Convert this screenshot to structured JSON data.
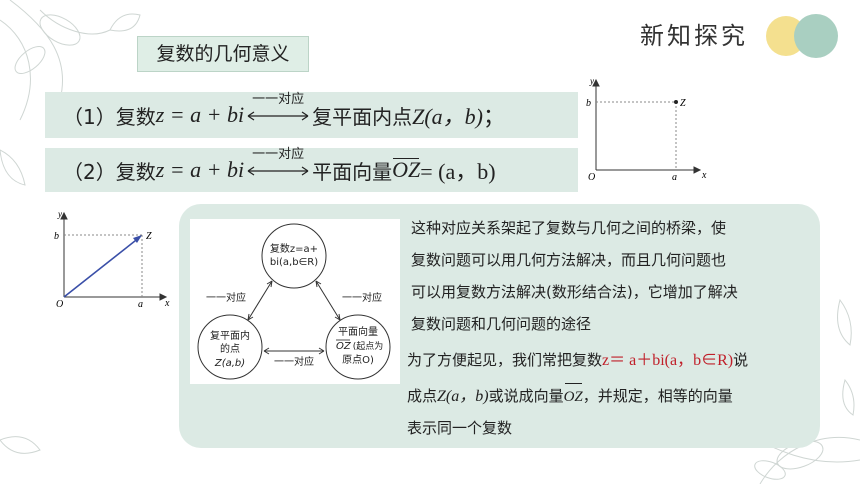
{
  "brand": {
    "title": "新知探究"
  },
  "section": {
    "title": "复数的几何意义"
  },
  "arrow_label": "一一对应",
  "formula1": {
    "prefix": "（1）复数",
    "lhs": "z = a + bi",
    "rhs_text": "复平面内点",
    "point": "Z(a，b)",
    "suffix": "；"
  },
  "formula2": {
    "prefix": "（2）复数",
    "lhs": "z = a + bi",
    "rhs_text": "平面向量",
    "vector": "OZ",
    "rhs_eq": " = (a，b)"
  },
  "graph_labels": {
    "y": "y",
    "x": "x",
    "b": "b",
    "a": "a",
    "O": "O",
    "Z": "Z"
  },
  "triangle": {
    "top_line1": "复数z=a+",
    "top_line2": "bi(a,b∈R)",
    "left_line1": "复平面内",
    "left_line2": "的点",
    "left_line3": "Z(a,b)",
    "right_line1": "平面向量",
    "right_line2": "(起点为",
    "right_line3": "原点O)",
    "right_vec": "OZ",
    "edge_left": "一一对应",
    "edge_right": "一一对应",
    "edge_bottom": "一一对应"
  },
  "text": {
    "p1_l1": "这种对应关系架起了复数与几何之间的桥梁，使",
    "p1_l2": "复数问题可以用几何方法解决，而且几何问题也",
    "p1_l3": "可以用复数方法解决(数形结合法)，它增加了解决",
    "p1_l4": "复数问题和几何问题的途径",
    "p2_a": "为了方便起见，我们常把复数",
    "p2_red": "z＝ a＋bi(a，b∈R)",
    "p2_b": "说",
    "p3_a": "成点",
    "p3_point": "Z(a，b)",
    "p3_b": "或说成向量",
    "p3_vec": "OZ",
    "p3_c": "，并规定，相等的向量",
    "p4": "表示同一个复数"
  }
}
